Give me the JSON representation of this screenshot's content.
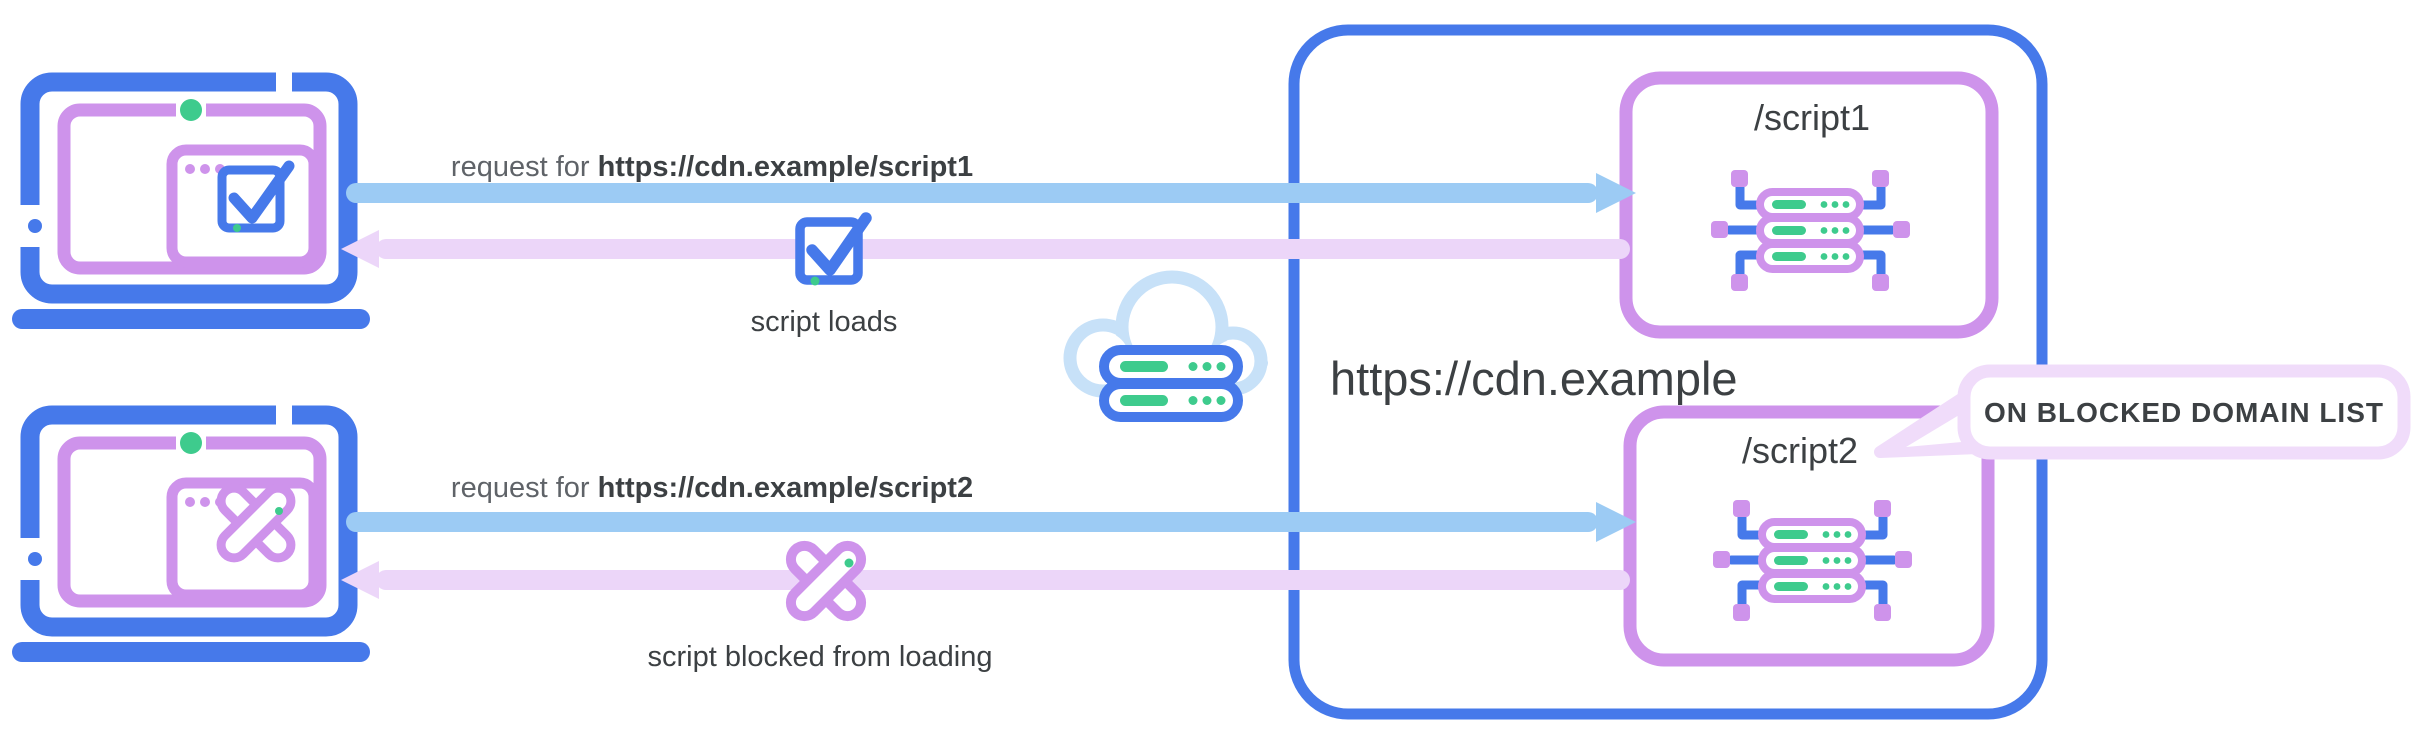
{
  "colors": {
    "blue": "#4679EA",
    "light_blue": "#9CCBF4",
    "purple": "#CE93EB",
    "lavender": "#ECD6F9",
    "callout": "#F0DCFA",
    "cloud": "#C7E1F8",
    "green": "#3ECB8D",
    "text_dark": "#3C4043",
    "text_mid": "#5F6368"
  },
  "flows": [
    {
      "request_prefix": "request for ",
      "request_url": "https://cdn.example/script1",
      "request_icon": "right-arrow",
      "response_label": "script loads",
      "response_icon": "checkbox",
      "client_icon": "laptop-with-check-window"
    },
    {
      "request_prefix": "request for ",
      "request_url": "https://cdn.example/script2",
      "request_icon": "right-arrow",
      "response_label": "script blocked from loading",
      "response_icon": "blocked-cross",
      "client_icon": "laptop-with-cross-window"
    }
  ],
  "cdn": {
    "label": "https://cdn.example",
    "icon": "cloud-server",
    "endpoints": [
      {
        "label": "/script1",
        "icon": "server-hub"
      },
      {
        "label": "/script2",
        "icon": "server-hub"
      }
    ]
  },
  "callout": {
    "label": "ON BLOCKED DOMAIN LIST"
  }
}
